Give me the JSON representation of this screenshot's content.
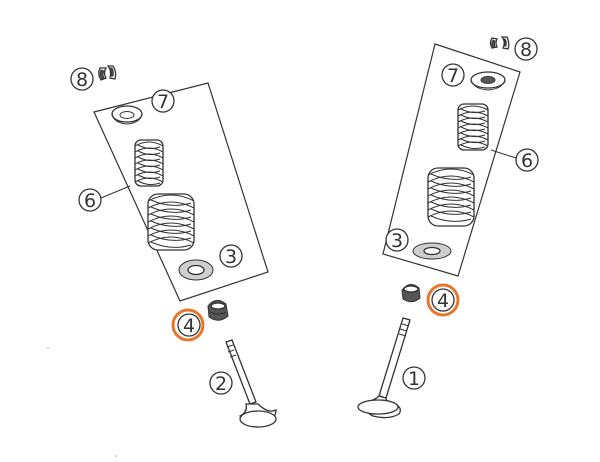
{
  "callouts": {
    "c8_left": "8",
    "c7_left": "7",
    "c6_left": "6",
    "c3_left": "3",
    "c4_left": "4",
    "c2": "2",
    "c8_right": "8",
    "c7_right": "7",
    "c6_right": "6",
    "c3_right": "3",
    "c4_right": "4",
    "c1": "1"
  },
  "colors": {
    "highlight": "#e8762c",
    "line": "#333333"
  },
  "icons": {
    "exhaust_valve": "valve-icon",
    "intake_valve": "valve-icon",
    "valve_spring": "spring-icon",
    "valve_keeper": "collet-icon",
    "valve_stem_seal": "seal-icon",
    "spring_retainer": "retainer-icon",
    "spring_seat": "washer-icon"
  }
}
